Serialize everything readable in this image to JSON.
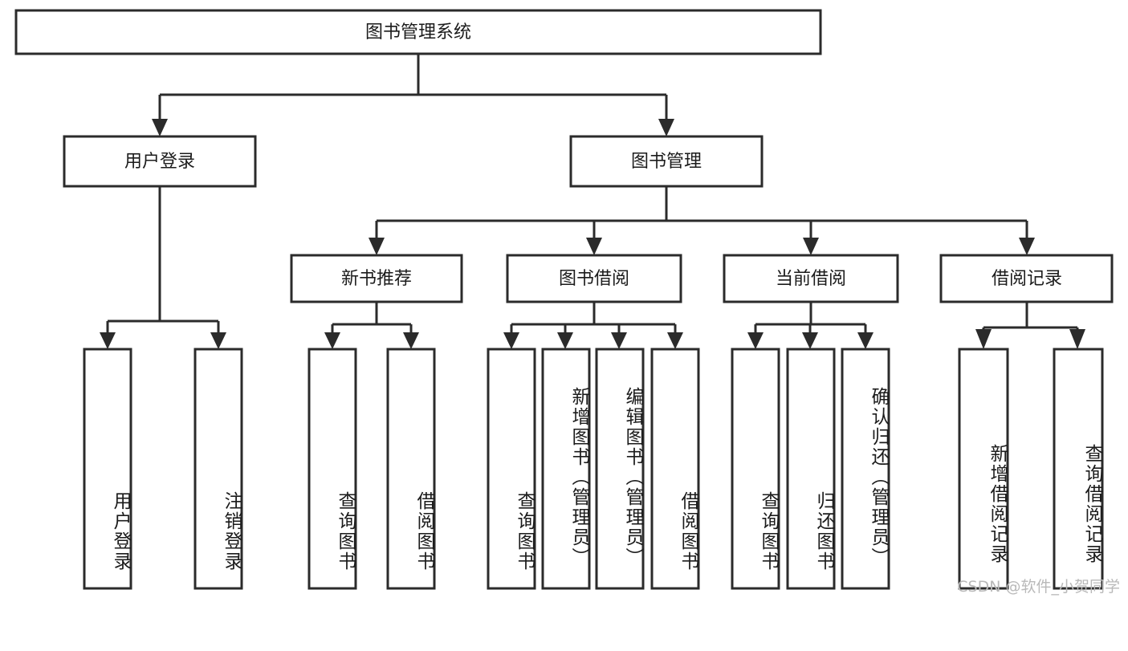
{
  "diagram": {
    "title": "图书管理系统",
    "type": "tree-hierarchy",
    "root": {
      "label": "图书管理系统"
    },
    "level2": [
      {
        "label": "用户登录"
      },
      {
        "label": "图书管理"
      }
    ],
    "level3": [
      {
        "label": "新书推荐"
      },
      {
        "label": "图书借阅"
      },
      {
        "label": "当前借阅"
      },
      {
        "label": "借阅记录"
      }
    ],
    "leaves": {
      "user_login": [
        {
          "label": "用户登录"
        },
        {
          "label": "注销登录"
        }
      ],
      "new_book_recommend": [
        {
          "label": "查询图书"
        },
        {
          "label": "借阅图书"
        }
      ],
      "book_borrow": [
        {
          "label": "查询图书"
        },
        {
          "label": "新增图书（管理员）"
        },
        {
          "label": "编辑图书（管理员）"
        },
        {
          "label": "借阅图书"
        }
      ],
      "current_borrow": [
        {
          "label": "查询图书"
        },
        {
          "label": "归还图书"
        },
        {
          "label": "确认归还（管理员）"
        }
      ],
      "borrow_records": [
        {
          "label": "新增借阅记录"
        },
        {
          "label": "查询借阅记录"
        }
      ]
    }
  },
  "watermark": {
    "text": "CSDN @软件_小贺同学"
  },
  "colors": {
    "box_stroke": "#2b2b2b",
    "box_fill": "#ffffff",
    "text": "#1b1b1b",
    "watermark": "#b9b9b9",
    "background": "#ffffff"
  }
}
